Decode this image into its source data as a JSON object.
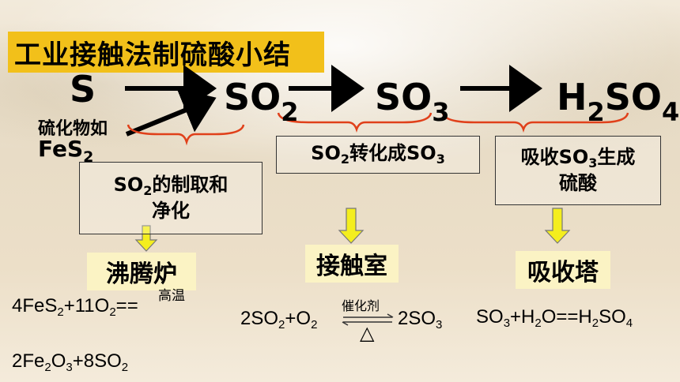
{
  "title": "工业接触法制硫酸小结",
  "chain": {
    "s": "S",
    "so2": "SO",
    "so2_sub": "2",
    "so3": "SO",
    "so3_sub": "3",
    "h2so4_h": "H",
    "h2so4_sub1": "2",
    "h2so4_so": "SO",
    "h2so4_sub2": "4"
  },
  "source_note": {
    "line1": "硫化物如",
    "fes": "FeS",
    "fes_sub": "2"
  },
  "stages": [
    {
      "text_a": "SO",
      "sub_a": "2",
      "text_b": "的制取和",
      "line2": "净化",
      "equipment": "沸腾炉"
    },
    {
      "text_a": "SO",
      "sub_a": "2",
      "text_b": "转化成SO",
      "sub_b": "3",
      "equipment": "接触室"
    },
    {
      "text_a": "吸收SO",
      "sub_a": "3",
      "text_b": "生成",
      "line2": "硫酸",
      "equipment": "吸收塔"
    }
  ],
  "equations": {
    "eq1_line1": {
      "a": "4FeS",
      "a_sub": "2",
      "b": "+11O",
      "b_sub": "2",
      "c": "==",
      "condition": "高温"
    },
    "eq1_line2": {
      "a": "2Fe",
      "a_sub": "2",
      "b": "O",
      "b_sub": "3",
      "c": "+8SO",
      "c_sub": "2"
    },
    "eq2": {
      "a": "2SO",
      "a_sub": "2",
      "b": "+O",
      "b_sub": "2",
      "condition_top": "催化剂",
      "condition_bottom": "△",
      "c": "2SO",
      "c_sub": "3"
    },
    "eq3": {
      "a": "SO",
      "a_sub": "3",
      "b": "+H",
      "b_sub": "2",
      "c": "O==H",
      "c_sub": "2",
      "d": "SO",
      "d_sub": "4"
    }
  },
  "colors": {
    "title_bg": "#f2c01a",
    "arrow_down": "#f4ee1e",
    "brace": "#e0401a",
    "label_bg": "#fbf3c4"
  }
}
